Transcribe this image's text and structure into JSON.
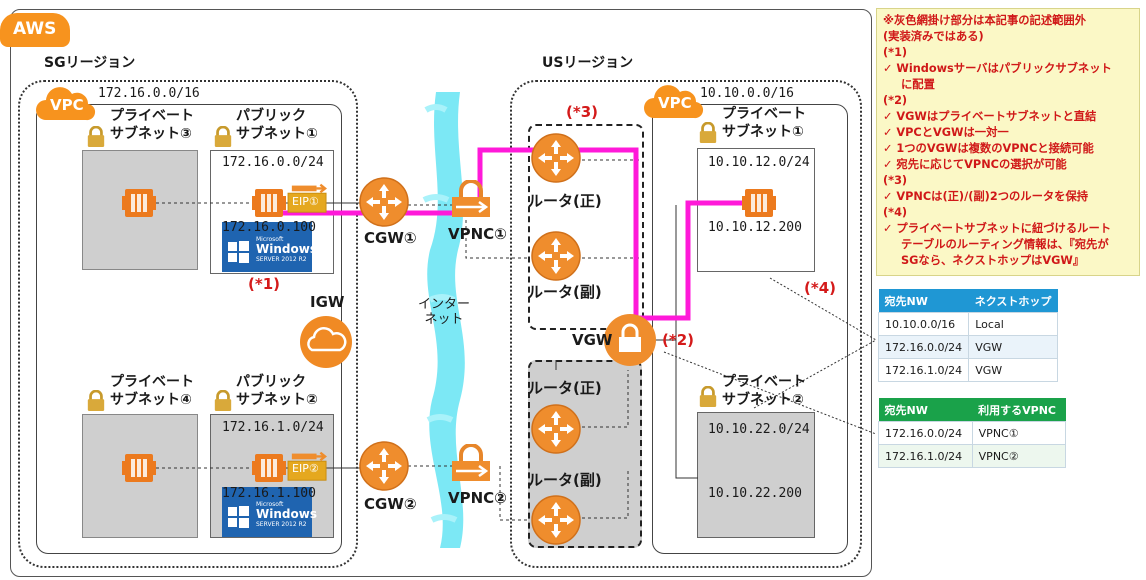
{
  "aws_label": "AWS",
  "sg_region": {
    "title": "SGリージョン",
    "vpc": "VPC",
    "vpc_cidr": "172.16.0.0/16",
    "private3": [
      "プライベート",
      "サブネット③"
    ],
    "public1": [
      "パブリック",
      "サブネット①"
    ],
    "public1_cidr": "172.16.0.0/24",
    "public1_host": "172.16.0.100",
    "eip1": "EIP①",
    "private4": [
      "プライベート",
      "サブネット④"
    ],
    "public2": [
      "パブリック",
      "サブネット②"
    ],
    "public2_cidr": "172.16.1.0/24",
    "public2_host": "172.16.1.100",
    "eip2": "EIP②",
    "note1": "(*1)",
    "igw": "IGW",
    "cgw1": "CGW①",
    "cgw2": "CGW②",
    "windows_brand": "Windows",
    "windows_ms": "Microsoft",
    "windows_sub": "SERVER 2012 R2"
  },
  "internet": "インター\nネット",
  "us_region": {
    "title": "USリージョン",
    "vpc": "VPC",
    "vpc_cidr": "10.10.0.0/16",
    "vpnc1": "VPNC①",
    "vpnc2": "VPNC②",
    "note3": "(*3)",
    "router1_main": "ルータ(正)",
    "router1_sub": "ルータ(副)",
    "router2_main": "ルータ(正)",
    "router2_sub": "ルータ(副)",
    "vgw": "VGW",
    "note2": "(*2)",
    "note4": "(*4)",
    "private1": [
      "プライベート",
      "サブネット①"
    ],
    "private1_cidr": "10.10.12.0/24",
    "private1_host": "10.10.12.200",
    "private2": [
      "プライベート",
      "サブネット②"
    ],
    "private2_cidr": "10.10.22.0/24",
    "private2_host": "10.10.22.200"
  },
  "notes": [
    "※灰色網掛け部分は本記事の記述範囲外",
    "(実装済みではある)",
    "(*1)",
    "✓  Windowsサーバはパブリックサブネット",
    "に配置",
    "(*2)",
    "✓  VGWはプライベートサブネットと直結",
    "✓  VPCとVGWは一対一",
    "✓  1つのVGWは複数のVPNCと接続可能",
    "✓  宛先に応じてVPNCの選択が可能",
    "(*3)",
    "✓  VPNCは(正)/(副)2つのルータを保持",
    "(*4)",
    "✓  プライベートサブネットに紐づけるルート",
    "テーブルのルーティング情報は、『宛先が",
    "SGなら、ネクストホップはVGW』"
  ],
  "route_table": {
    "headers": [
      "宛先NW",
      "ネクストホップ"
    ],
    "rows": [
      [
        "10.10.0.0/16",
        "Local"
      ],
      [
        "172.16.0.0/24",
        "VGW"
      ],
      [
        "172.16.1.0/24",
        "VGW"
      ]
    ]
  },
  "vpnc_table": {
    "headers": [
      "宛先NW",
      "利用するVPNC"
    ],
    "rows": [
      [
        "172.16.0.0/24",
        "VPNC①"
      ],
      [
        "172.16.1.0/24",
        "VPNC②"
      ]
    ]
  },
  "colors": {
    "aws_orange": "#f7931e",
    "route_magenta": "#ff19d9",
    "internet_cyan": "#6ee6f4",
    "table_blue": "#1f97d4",
    "table_green": "#1aa24a"
  }
}
